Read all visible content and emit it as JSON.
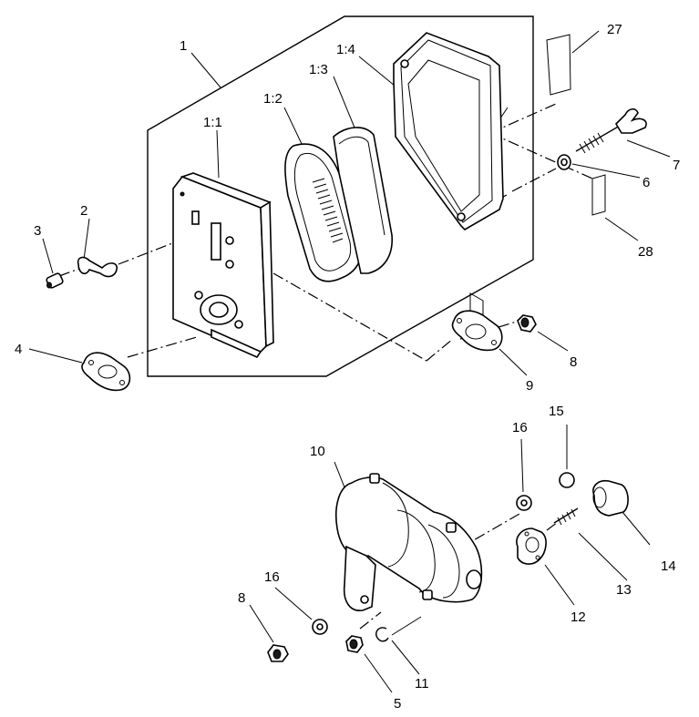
{
  "callouts": {
    "c1": "1",
    "c1_1": "1:1",
    "c1_2": "1:2",
    "c1_3": "1:3",
    "c1_4": "1:4",
    "c2": "2",
    "c3": "3",
    "c4": "4",
    "c5": "5",
    "c6": "6",
    "c7": "7",
    "c8a": "8",
    "c8b": "8",
    "c9": "9",
    "c10": "10",
    "c11": "11",
    "c12": "12",
    "c13": "13",
    "c14": "14",
    "c15": "15",
    "c16a": "16",
    "c16b": "16",
    "c27": "27",
    "c28": "28"
  }
}
